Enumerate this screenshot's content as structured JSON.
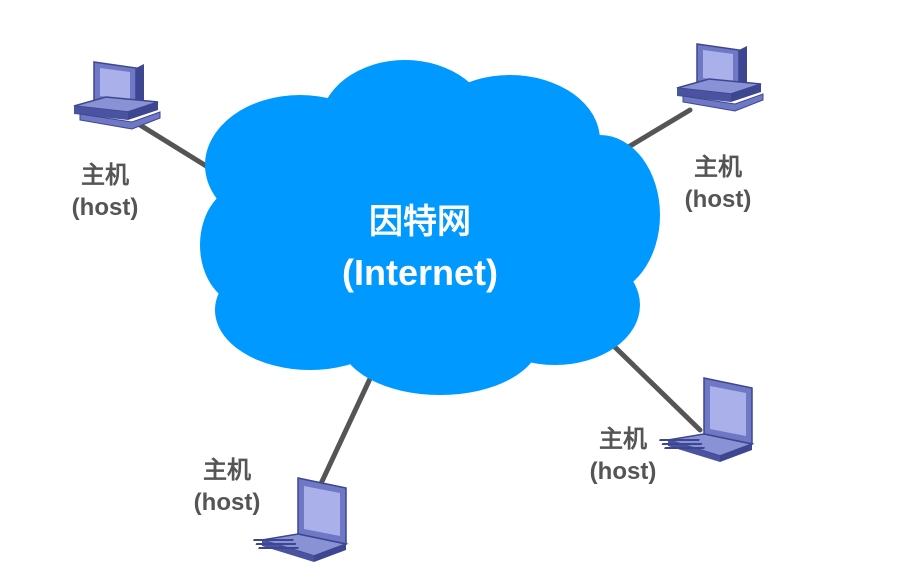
{
  "cloud": {
    "title": "因特网",
    "subtitle": "(Internet)",
    "color": "#0099ff"
  },
  "hosts": [
    {
      "name": "主机",
      "sub": "(host)",
      "device": "desktop-computer"
    },
    {
      "name": "主机",
      "sub": "(host)",
      "device": "desktop-computer"
    },
    {
      "name": "主机",
      "sub": "(host)",
      "device": "laptop"
    },
    {
      "name": "主机",
      "sub": "(host)",
      "device": "laptop"
    }
  ],
  "colors": {
    "link": "#555555",
    "device_body": "#6f78c4",
    "device_dark": "#3d4690",
    "device_light": "#a9b0ea",
    "label": "#555555"
  }
}
